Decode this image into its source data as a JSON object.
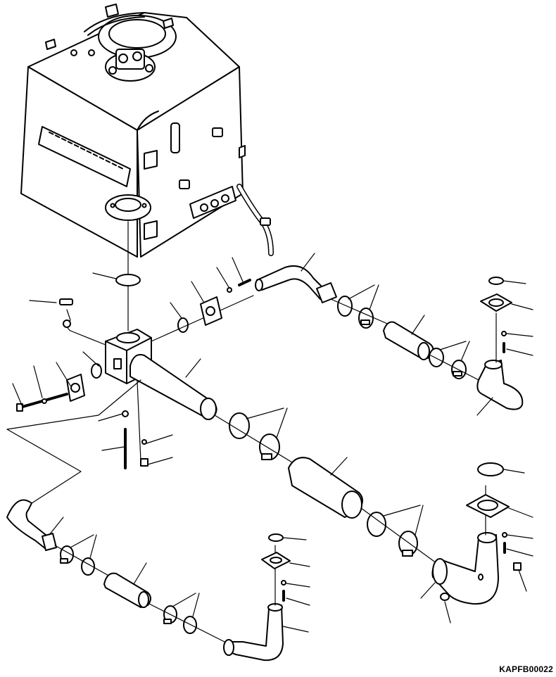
{
  "drawing": {
    "code": "KAPFB00022",
    "line_color": "#000000",
    "fill_color": "#ffffff",
    "parts": [
      "hydraulic-tank",
      "tank-top-cover",
      "suction-flange",
      "tank-gasket",
      "inlet-gasket",
      "outlet-block",
      "small-gasket",
      "split-flange",
      "flange-bolt",
      "flange-washer",
      "sensor-cable",
      "bent-tube-upper",
      "clamp-pair",
      "hose-straight",
      "elbow-tube",
      "pump-flange",
      "pump-gasket",
      "mounting-bolt",
      "main-suction-hose",
      "large-clamp-pair",
      "main-hose",
      "large-elbow",
      "plug",
      "lower-bent-tube",
      "lower-hose",
      "lower-riser"
    ]
  }
}
